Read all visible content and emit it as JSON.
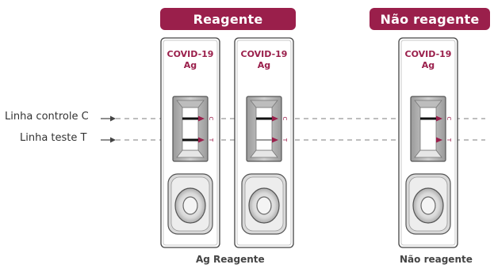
{
  "headers": {
    "positive": "Reagente",
    "negative": "Não reagente"
  },
  "side_labels": {
    "control_line": "Linha controle C",
    "test_line": "Linha teste T"
  },
  "card": {
    "title_line1": "COVID-19",
    "title_line2": "Ag",
    "mark_c": "C",
    "mark_t": "T"
  },
  "cards": [
    {
      "control_line": true,
      "test_line": "strong"
    },
    {
      "control_line": true,
      "test_line": "faint"
    },
    {
      "control_line": true,
      "test_line": "none"
    }
  ],
  "bottom_labels": {
    "left": "Ag Reagente",
    "right": "Não reagente"
  },
  "colors": {
    "accent": "#9a1f4b",
    "dash": "#a8a8a8",
    "line": "#111111"
  }
}
